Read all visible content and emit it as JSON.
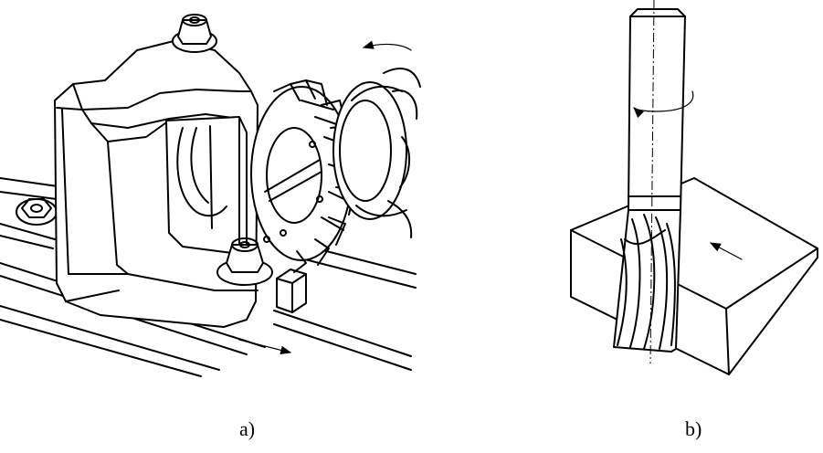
{
  "figure": {
    "panels": [
      {
        "id": "a",
        "caption": "a)",
        "depicts": "horizontal-milling-with-disc-cutter"
      },
      {
        "id": "b",
        "caption": "b)",
        "depicts": "end-milling-with-helical-cutter"
      }
    ],
    "colors": {
      "line": "#000000",
      "background": "#ffffff"
    },
    "icons": [
      "rotation-arrow-icon",
      "feed-arrow-icon"
    ]
  }
}
